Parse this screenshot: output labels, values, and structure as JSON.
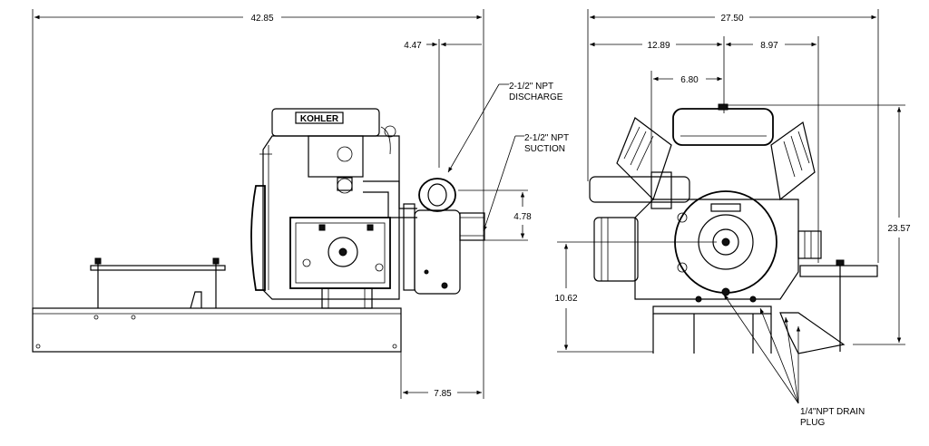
{
  "dimensions": {
    "overall_length": "42.85",
    "discharge_offset": "4.47",
    "suction_height": "4.78",
    "base_overhang": "7.85",
    "overall_width": "27.50",
    "width_left": "12.89",
    "width_right": "8.97",
    "center_offset": "6.80",
    "overall_height": "23.57",
    "shaft_height": "10.62"
  },
  "callouts": {
    "discharge_line1": "2-1/2\" NPT",
    "discharge_line2": "DISCHARGE",
    "suction_line1": "2-1/2\" NPT",
    "suction_line2": "SUCTION",
    "drain_line1": "1/4\"NPT DRAIN",
    "drain_line2": "PLUG"
  },
  "engine_brand": "KOHLER"
}
